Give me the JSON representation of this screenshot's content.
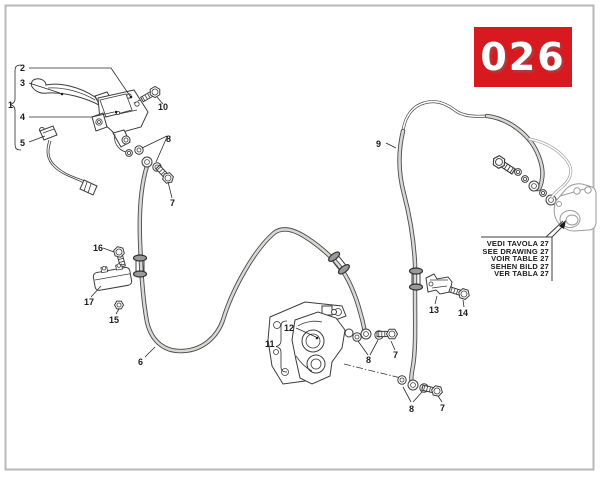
{
  "badge": {
    "number": "026",
    "background_color": "#d8191f",
    "text_color": "#ffffff"
  },
  "reference_note": {
    "lines": [
      "VEDI TAVOLA 27",
      "SEE DRAWING 27",
      "VOIR TABLE 27",
      "SEHEN BILD 27",
      "VER TABLA 27"
    ]
  },
  "callouts": {
    "c1": "1",
    "c2": "2",
    "c3": "3",
    "c4": "4",
    "c5": "5",
    "c6": "6",
    "c7_master": "7",
    "c7_caliper": "7",
    "c7_lower": "7",
    "c8_master": "8",
    "c8_caliper": "8",
    "c8_lower": "8",
    "c9": "9",
    "c10": "10",
    "c11": "11",
    "c12": "12",
    "c13": "13",
    "c14": "14",
    "c15": "15",
    "c16": "16",
    "c17": "17"
  },
  "colors": {
    "line": "#3c3c3c",
    "hose_core": "#d7d9d4",
    "page_border": "#b8b8b8",
    "reference_drawing": "#9b9b9b"
  }
}
